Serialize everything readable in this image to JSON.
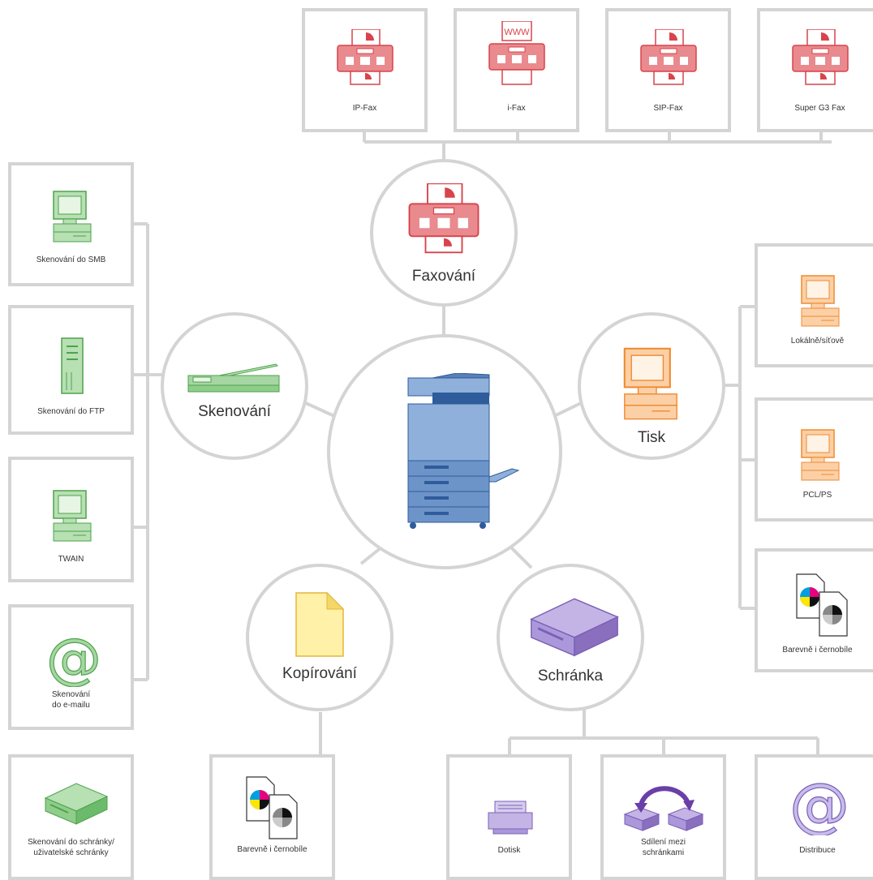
{
  "colors": {
    "line": "#d4d4d4",
    "fax": "#d9434b",
    "scan": "#6cba6b",
    "print": "#f59a45",
    "copy": "#f2c94c",
    "box": "#8a6fbf",
    "device": "#5a7fb8"
  },
  "hubs": {
    "fax": "Faxování",
    "scan": "Skenování",
    "print": "Tisk",
    "copy": "Kopírování",
    "box": "Schránka"
  },
  "fax_boxes": [
    "IP-Fax",
    "i-Fax",
    "SIP-Fax",
    "Super G3 Fax"
  ],
  "scan_boxes": [
    "Skenování do SMB",
    "Skenování do FTP",
    "TWAIN",
    "Skenování\ndo e-mailu",
    "Skenování do schránky/\nuživatelské schránky"
  ],
  "print_boxes": [
    "Lokálně/síťově",
    "PCL/PS",
    "Barevně i černobíle"
  ],
  "copy_boxes": [
    "Barevně i černobíle"
  ],
  "box_boxes": [
    "Dotisk",
    "Sdílení mezi\nschránkami",
    "Distribuce"
  ],
  "icons": {
    "fax": "fax-machine-icon",
    "ifax": "www-fax-icon",
    "monitor": "computer-monitor-icon",
    "server": "server-tower-icon",
    "email": "at-sign-icon",
    "storage": "storage-box-icon",
    "scanner": "flatbed-scanner-icon",
    "document": "document-page-icon",
    "color_docs": "color-bw-documents-icon",
    "mfp": "multifunction-printer-icon",
    "printer": "printer-icon",
    "share": "box-sharing-arrows-icon"
  }
}
